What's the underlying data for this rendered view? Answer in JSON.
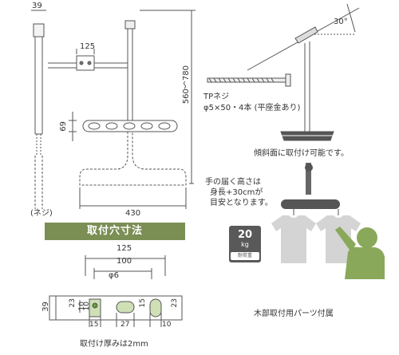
{
  "dims": {
    "d39_top": "39",
    "d125_top": "125",
    "d560_780": "560～780",
    "d69": "69",
    "d430": "430",
    "d125_bot": "125",
    "d100": "100",
    "d6": "φ6",
    "d39_left": "39",
    "d23": "23",
    "d10_left": "10",
    "d10_mid": "10",
    "d15_left": "15",
    "d27": "27",
    "d15_mid": "15",
    "d23_right": "23",
    "d10_right": "10",
    "d30": "30°"
  },
  "labels": {
    "screw_left": "(ネジ)",
    "tp_screw": "TPネジ",
    "tp_spec": "φ5×50・4本 (平座金あり)",
    "slope": "傾斜面に取付け可能です。",
    "reach1": "手の届く高さは",
    "reach2": "身長+30cmが",
    "reach3": "目安となります。",
    "section_title": "取付穴寸法",
    "thickness": "取付け厚みは2mm",
    "parts": "木部取付用パーツ付属"
  },
  "weight": {
    "value": "20",
    "unit": "kg",
    "caption": "耐荷重"
  },
  "colors": {
    "header": "#7b8f55",
    "badge": "#595959",
    "person": "#8aa85a",
    "shirt": "#d4d4d4",
    "line": "#555555"
  }
}
